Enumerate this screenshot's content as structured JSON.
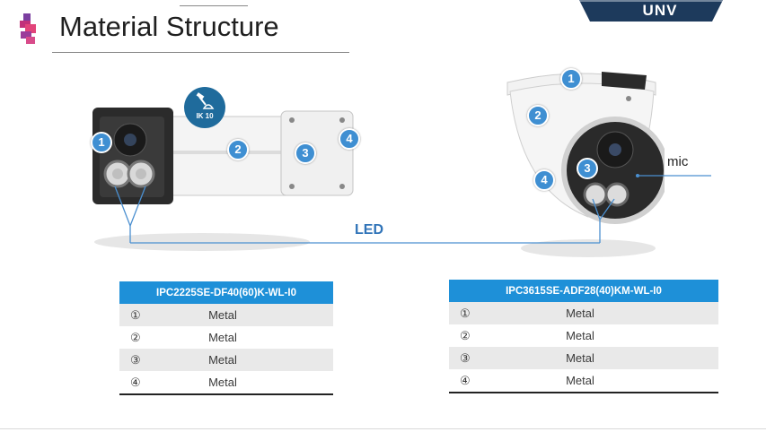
{
  "header": {
    "title": "Material Structure",
    "brand": "UNV"
  },
  "figure": {
    "ik_badge": "IK 10",
    "led_label": "LED",
    "mic_label": "mic",
    "bullet_markers": [
      "1",
      "2",
      "3",
      "4"
    ],
    "dome_markers": [
      "1",
      "2",
      "3",
      "4"
    ]
  },
  "tables": [
    {
      "model": "IPC2225SE-DF40(60)K-WL-I0",
      "rows": [
        {
          "index": "①",
          "material": "Metal"
        },
        {
          "index": "②",
          "material": "Metal"
        },
        {
          "index": "③",
          "material": "Metal"
        },
        {
          "index": "④",
          "material": "Metal"
        }
      ]
    },
    {
      "model": "IPC3615SE-ADF28(40)KM-WL-I0",
      "rows": [
        {
          "index": "①",
          "material": "Metal"
        },
        {
          "index": "②",
          "material": "Metal"
        },
        {
          "index": "③",
          "material": "Metal"
        },
        {
          "index": "④",
          "material": "Metal"
        }
      ]
    }
  ],
  "colors": {
    "accent_blue": "#1e90d8",
    "brand_navy": "#1d3a5c",
    "badge_blue": "#3f8fd2",
    "row_shade": "#e9e9e9"
  }
}
